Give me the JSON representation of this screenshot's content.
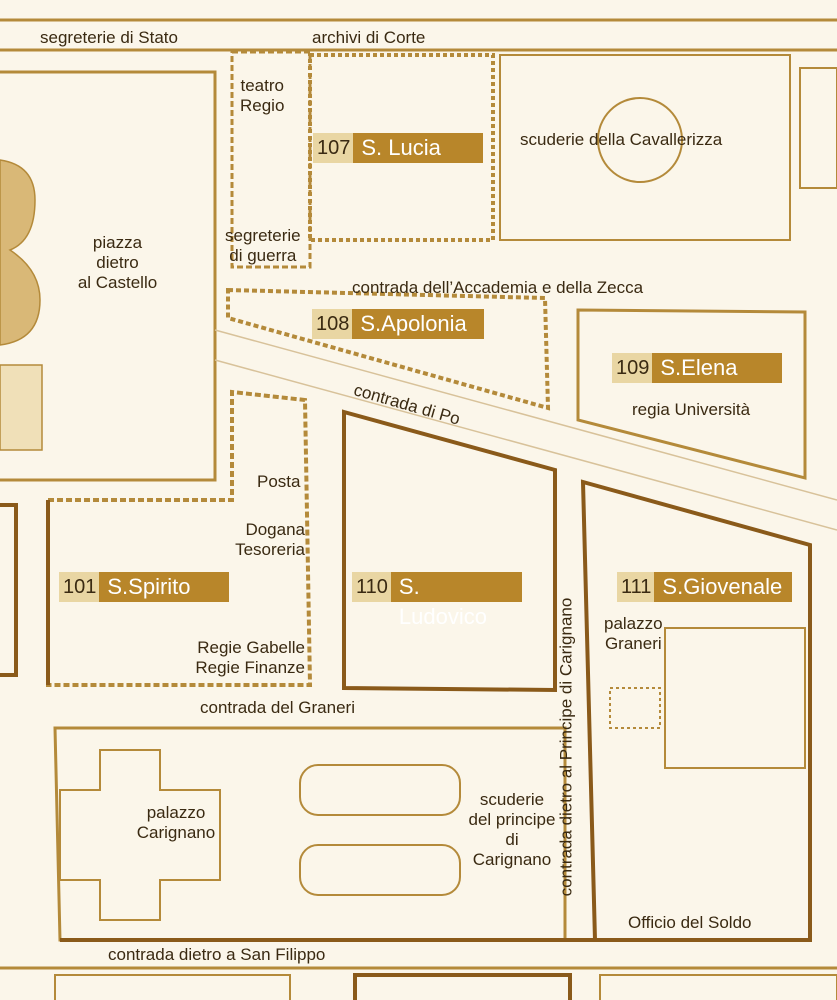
{
  "colors": {
    "paper": "#fbf6ea",
    "outline": "#b48a3a",
    "outline_dark": "#8a5a1a",
    "badge_fill": "#b8862a",
    "badge_number_fill": "#e9d6a3"
  },
  "streets": {
    "segreterie_stato": "segreterie di  Stato",
    "archivi_corte": "archivi di Corte",
    "accademia_zecca": "contrada dell’Accademia e della Zecca",
    "contrada_po": "contrada di Po",
    "contrada_graneri": "contrada del Graneri",
    "dietro_san_filippo": "contrada dietro a San Filippo",
    "dietro_principe": "contrada dietro al Principe di Carignano"
  },
  "places": {
    "teatro_regio": [
      "teatro",
      "Regio"
    ],
    "segreterie_guerra": [
      "segreterie",
      "di guerra"
    ],
    "piazza_castello": [
      "piazza",
      "dietro",
      "al Castello"
    ],
    "scuderie_cavallerizza": "scuderie della Cavallerizza",
    "regia_universita": "regia Università",
    "posta": "Posta",
    "dogana_tesoreria": [
      "Dogana",
      "Tesoreria"
    ],
    "regie_gabelle": [
      "Regie Gabelle",
      "Regie Finanze"
    ],
    "palazzo_graneri": [
      "palazzo",
      "Graneri"
    ],
    "palazzo_carignano": [
      "palazzo",
      "Carignano"
    ],
    "scuderie_principe": [
      "scuderie",
      "del principe",
      "di",
      "Carignano"
    ],
    "officio_soldo": "Officio del Soldo"
  },
  "parishes": [
    {
      "id": "107",
      "name": "S. Lucia"
    },
    {
      "id": "108",
      "name": "S.Apolonia"
    },
    {
      "id": "109",
      "name": "S.Elena"
    },
    {
      "id": "101",
      "name": "S.Spirito"
    },
    {
      "id": "110",
      "name": "S. Ludovico"
    },
    {
      "id": "111",
      "name": "S.Giovenale"
    }
  ]
}
